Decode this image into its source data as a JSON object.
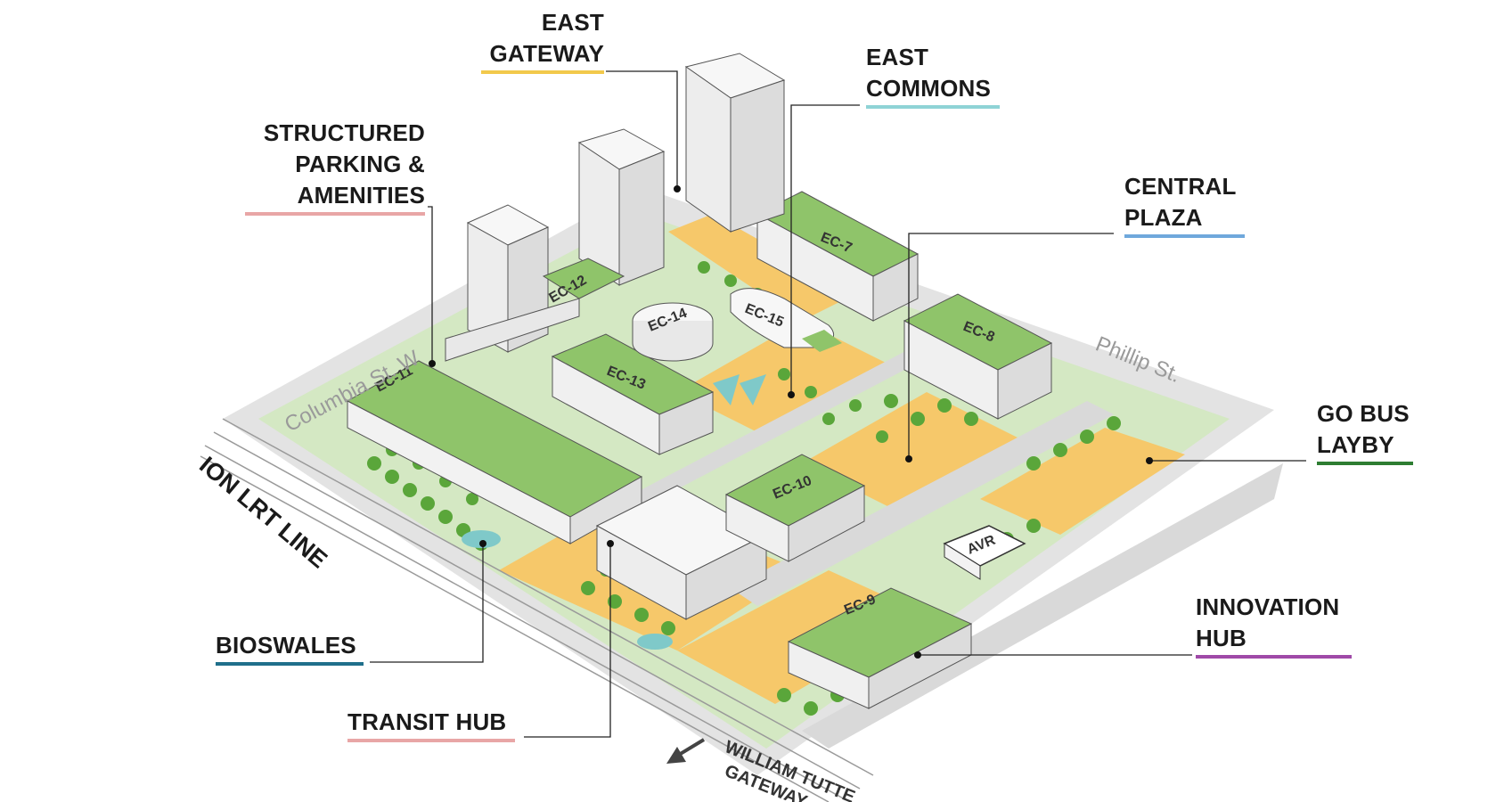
{
  "colors": {
    "east_gateway": "#f2c94c",
    "east_commons": "#8fd3d6",
    "structured_parking": "#e8a6a6",
    "central_plaza": "#6fa8dc",
    "go_bus": "#2e7d32",
    "innovation_hub": "#a04aa8",
    "bioswales": "#1f6f8b",
    "transit_hub": "#e8a6a6",
    "roof_green": "#8fc46a",
    "plaza_yellow": "#f6c86a",
    "road_grey": "#dcdcdc",
    "tree_green": "#5aa63a"
  },
  "callouts": {
    "east_gateway": [
      "EAST",
      "GATEWAY"
    ],
    "east_commons": [
      "EAST",
      "COMMONS"
    ],
    "structured_parking": [
      "STRUCTURED",
      "PARKING &",
      "AMENITIES"
    ],
    "central_plaza": [
      "CENTRAL",
      "PLAZA"
    ],
    "go_bus": [
      "GO BUS",
      "LAYBY"
    ],
    "innovation_hub": [
      "INNOVATION",
      "HUB"
    ],
    "bioswales": [
      "BIOSWALES"
    ],
    "transit_hub": [
      "TRANSIT HUB"
    ]
  },
  "streets": {
    "columbia": "Columbia St. W",
    "phillip": "Phillip St.",
    "lrt": "ION LRT LINE",
    "gateway_line1": "WILLIAM TUTTE",
    "gateway_line2": "GATEWAY"
  },
  "buildings": {
    "ec7": "EC-7",
    "ec8": "EC-8",
    "ec9": "EC-9",
    "ec10": "EC-10",
    "ec11": "EC-11",
    "ec12": "EC-12",
    "ec13": "EC-13",
    "ec14": "EC-14",
    "ec15": "EC-15",
    "avr": "AVR"
  },
  "icons": {
    "gateway_arrow": "arrow-down-left-icon"
  }
}
